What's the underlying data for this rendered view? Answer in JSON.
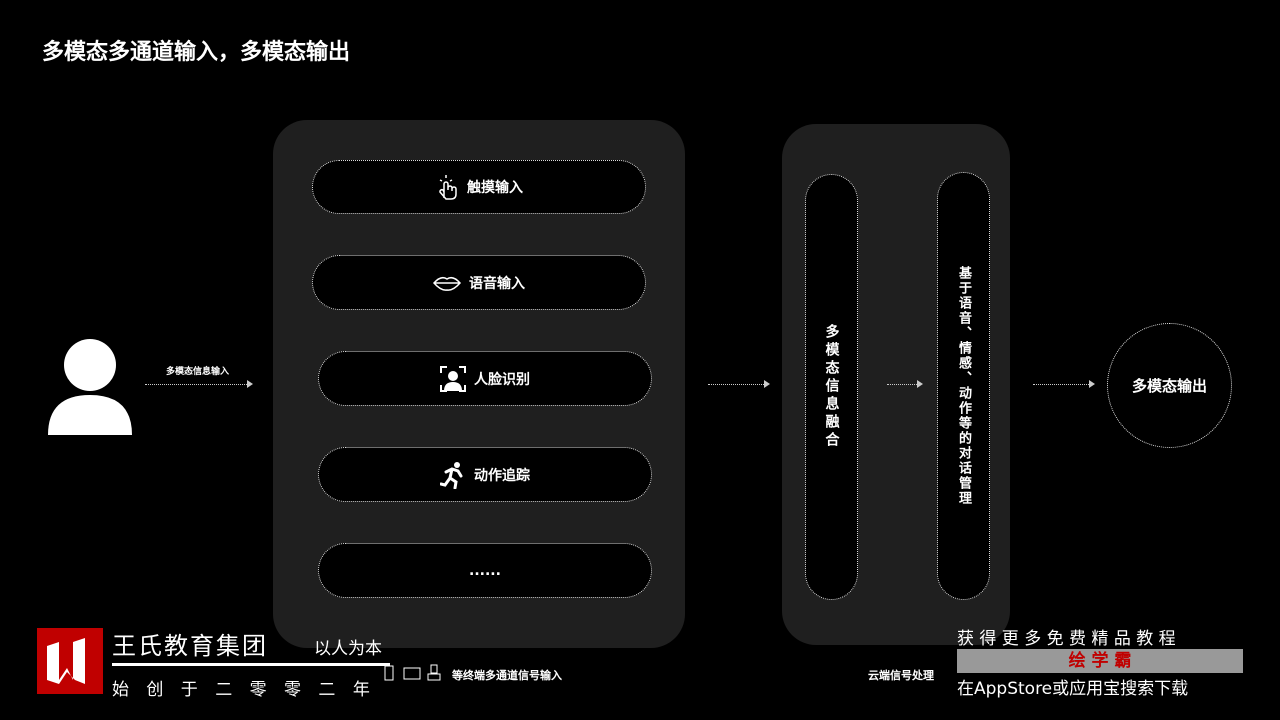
{
  "title": "多模态多通道输入，多模态输出",
  "input_label": "多模态信息输入",
  "inputs": [
    {
      "label": "触摸输入",
      "icon": "touch-icon"
    },
    {
      "label": "语音输入",
      "icon": "lips-icon"
    },
    {
      "label": "人脸识别",
      "icon": "face-id-icon"
    },
    {
      "label": "动作追踪",
      "icon": "running-icon"
    },
    {
      "label": "......",
      "icon": ""
    }
  ],
  "terminal_label": "等终端多通道信号输入",
  "fusion": "多模态信息融合",
  "dialog": "基于语音、情感、动作等的对话管理",
  "cloud_label": "云端信号处理",
  "output": "多模态输出",
  "watermark": {
    "brand": "王氏教育集团",
    "slogan": "以人为本",
    "founded": "始 创 于 二 零 零 二 年",
    "promo1": "获 得 更 多 免 费 精 品 教 程",
    "app": "绘 学 霸",
    "promo2": "在AppStore或应用宝搜索下载"
  }
}
